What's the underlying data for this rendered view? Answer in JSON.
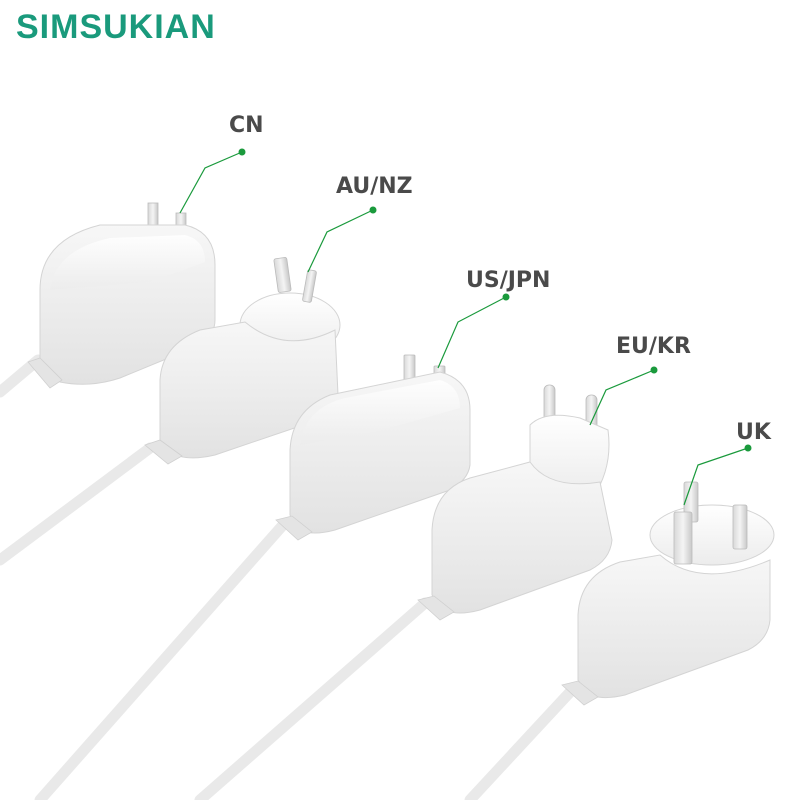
{
  "brand": {
    "name": "SIMSUKIAN",
    "color": "#1a9a7c"
  },
  "accent_color": "#1a9a3c",
  "adapters": [
    {
      "id": "cn",
      "label": "CN"
    },
    {
      "id": "au-nz",
      "label": "AU/NZ"
    },
    {
      "id": "us-jpn",
      "label": "US/JPN"
    },
    {
      "id": "eu-kr",
      "label": "EU/KR"
    },
    {
      "id": "uk",
      "label": "UK"
    }
  ]
}
